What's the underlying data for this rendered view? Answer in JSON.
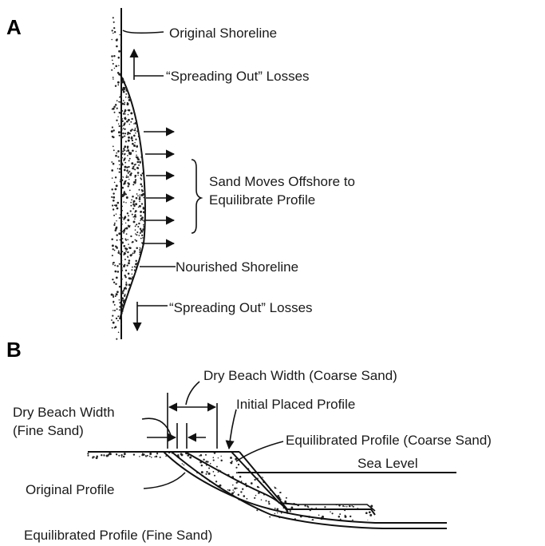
{
  "panel_a": {
    "letter": "A",
    "labels": {
      "original_shoreline": "Original Shoreline",
      "spreading_top": "“Spreading Out” Losses",
      "sand_moves_1": "Sand Moves Offshore to",
      "sand_moves_2": "Equilibrate Profile",
      "nourished_shoreline": "Nourished Shoreline",
      "spreading_bottom": "“Spreading Out” Losses"
    }
  },
  "panel_b": {
    "letter": "B",
    "labels": {
      "dry_coarse": "Dry Beach Width (Coarse Sand)",
      "dry_fine_1": "Dry Beach Width",
      "dry_fine_2": "(Fine Sand)",
      "initial_placed": "Initial Placed Profile",
      "equil_coarse": "Equilibrated Profile (Coarse Sand)",
      "sea_level": "Sea Level",
      "original_profile": "Original Profile",
      "equil_fine": "Equilibrated Profile (Fine Sand)"
    }
  }
}
